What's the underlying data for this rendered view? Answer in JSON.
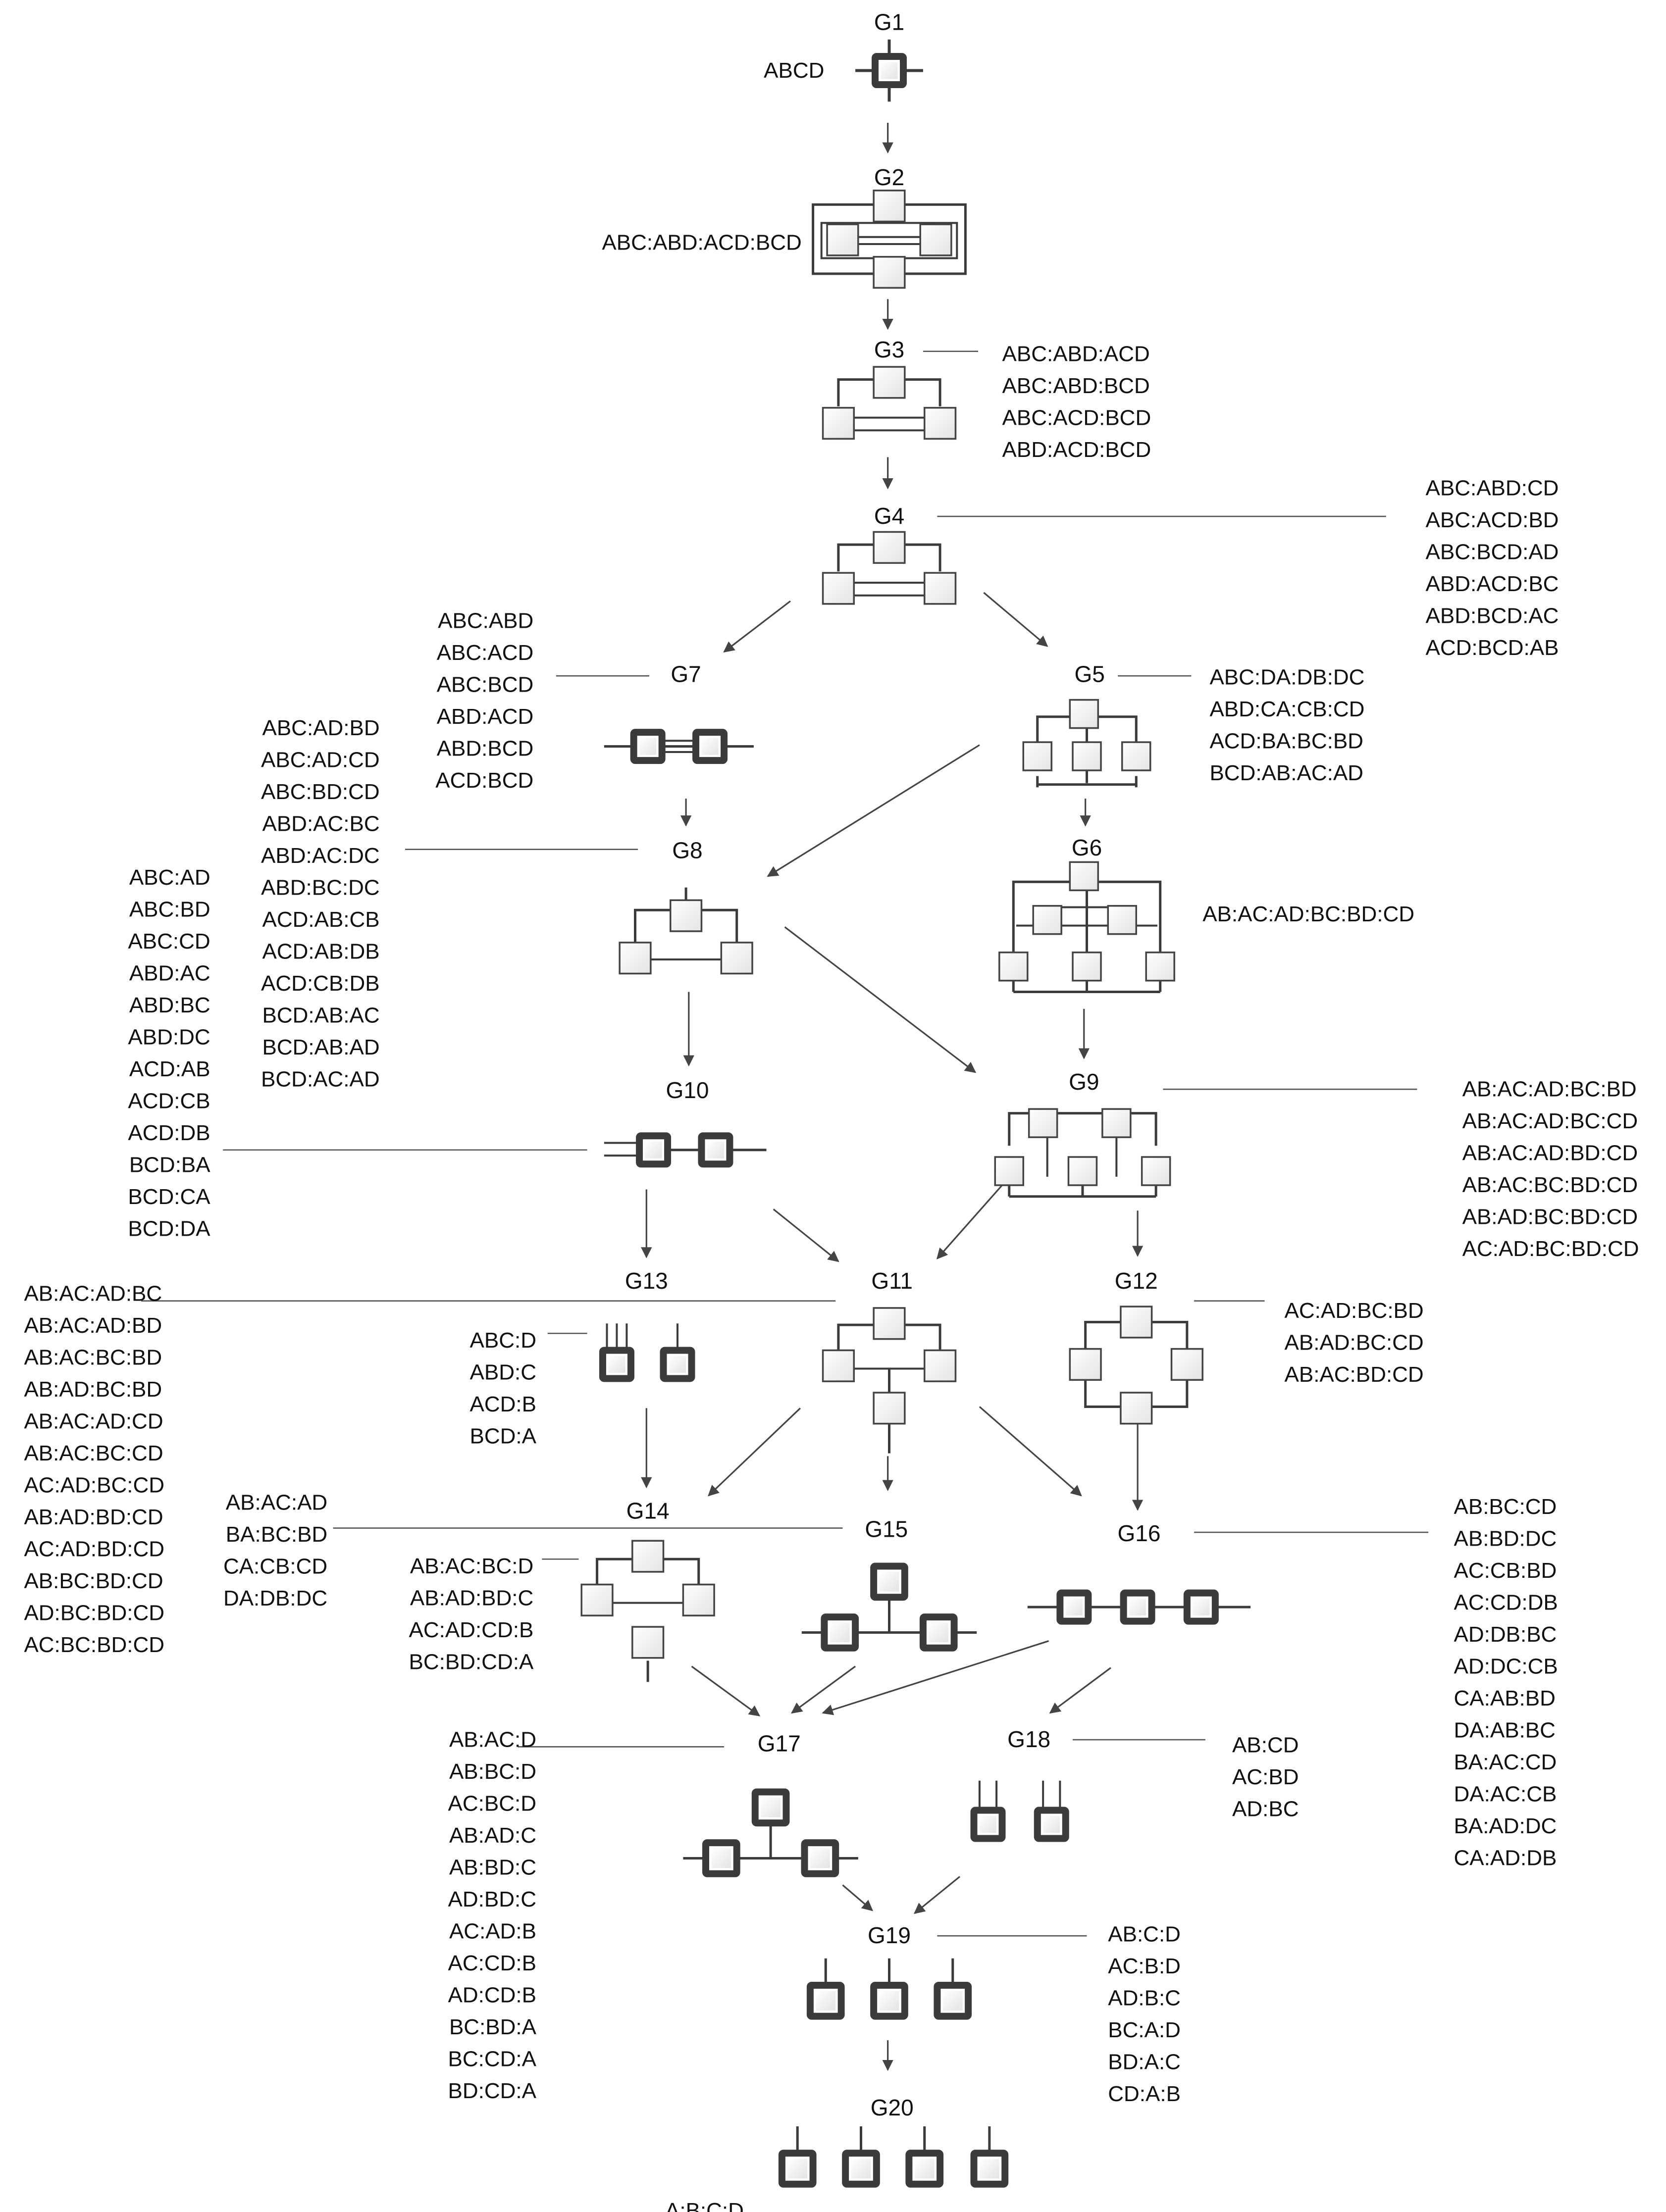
{
  "nodes": [
    {
      "id": "G1",
      "title": "G1",
      "glyph": "single"
    },
    {
      "id": "G2",
      "title": "G2",
      "glyph": "g2"
    },
    {
      "id": "G3",
      "title": "G3",
      "glyph": "g3"
    },
    {
      "id": "G4",
      "title": "G4",
      "glyph": "g3"
    },
    {
      "id": "G5",
      "title": "G5",
      "glyph": "g5"
    },
    {
      "id": "G6",
      "title": "G6",
      "glyph": "g6"
    },
    {
      "id": "G7",
      "title": "G7",
      "glyph": "pair"
    },
    {
      "id": "G8",
      "title": "G8",
      "glyph": "g8"
    },
    {
      "id": "G9",
      "title": "G9",
      "glyph": "g9"
    },
    {
      "id": "G10",
      "title": "G10",
      "glyph": "pair2"
    },
    {
      "id": "G11",
      "title": "G11",
      "glyph": "g11"
    },
    {
      "id": "G12",
      "title": "G12",
      "glyph": "ring"
    },
    {
      "id": "G13",
      "title": "G13",
      "glyph": "g13"
    },
    {
      "id": "G14",
      "title": "G14",
      "glyph": "g14"
    },
    {
      "id": "G15",
      "title": "G15",
      "glyph": "g15"
    },
    {
      "id": "G16",
      "title": "G16",
      "glyph": "chain3"
    },
    {
      "id": "G17",
      "title": "G17",
      "glyph": "g15"
    },
    {
      "id": "G18",
      "title": "G18",
      "glyph": "g18"
    },
    {
      "id": "G19",
      "title": "G19",
      "glyph": "three"
    },
    {
      "id": "G20",
      "title": "G20",
      "glyph": "four"
    }
  ],
  "edges": [
    [
      "G1",
      "G2"
    ],
    [
      "G2",
      "G3"
    ],
    [
      "G3",
      "G4"
    ],
    [
      "G4",
      "G7"
    ],
    [
      "G4",
      "G5"
    ],
    [
      "G7",
      "G8"
    ],
    [
      "G5",
      "G8"
    ],
    [
      "G5",
      "G6"
    ],
    [
      "G8",
      "G10"
    ],
    [
      "G8",
      "G9"
    ],
    [
      "G6",
      "G9"
    ],
    [
      "G10",
      "G13"
    ],
    [
      "G10",
      "G11"
    ],
    [
      "G9",
      "G11"
    ],
    [
      "G9",
      "G12"
    ],
    [
      "G13",
      "G14"
    ],
    [
      "G11",
      "G14"
    ],
    [
      "G11",
      "G15"
    ],
    [
      "G11",
      "G16"
    ],
    [
      "G12",
      "G16"
    ],
    [
      "G14",
      "G17"
    ],
    [
      "G15",
      "G17"
    ],
    [
      "G16",
      "G17"
    ],
    [
      "G16",
      "G18"
    ],
    [
      "G17",
      "G19"
    ],
    [
      "G18",
      "G19"
    ],
    [
      "G19",
      "G20"
    ]
  ],
  "label_groups": [
    {
      "node": "G1",
      "lines": [
        "ABCD"
      ]
    },
    {
      "node": "G2",
      "lines": [
        "ABC:ABD:ACD:BCD"
      ]
    },
    {
      "node": "G3",
      "lines": [
        "ABC:ABD:ACD",
        "ABC:ABD:BCD",
        "ABC:ACD:BCD",
        "ABD:ACD:BCD"
      ]
    },
    {
      "node": "G4",
      "lines": [
        "ABC:ABD:CD",
        "ABC:ACD:BD",
        "ABC:BCD:AD",
        "ABD:ACD:BC",
        "ABD:BCD:AC",
        "ACD:BCD:AB"
      ]
    },
    {
      "node": "G7",
      "lines": [
        "ABC:ABD",
        "ABC:ACD",
        "ABC:BCD",
        "ABD:ACD",
        "ABD:BCD",
        "ACD:BCD"
      ]
    },
    {
      "node": "G5",
      "lines": [
        "ABC:DA:DB:DC",
        "ABD:CA:CB:CD",
        "ACD:BA:BC:BD",
        "BCD:AB:AC:AD"
      ]
    },
    {
      "node": "G8",
      "lines": [
        "ABC:AD:BD",
        "ABC:AD:CD",
        "ABC:BD:CD",
        "ABD:AC:BC",
        "ABD:AC:DC",
        "ABD:BC:DC",
        "ACD:AB:CB",
        "ACD:AB:DB",
        "ACD:CB:DB",
        "BCD:AB:AC",
        "BCD:AB:AD",
        "BCD:AC:AD"
      ]
    },
    {
      "node": "G6",
      "lines": [
        "AB:AC:AD:BC:BD:CD"
      ]
    },
    {
      "node": "G10",
      "lines": [
        "ABC:AD",
        "ABC:BD",
        "ABC:CD",
        "ABD:AC",
        "ABD:BC",
        "ABD:DC",
        "ACD:AB",
        "ACD:CB",
        "ACD:DB",
        "BCD:BA",
        "BCD:CA",
        "BCD:DA"
      ]
    },
    {
      "node": "G9",
      "lines": [
        "AB:AC:AD:BC:BD",
        "AB:AC:AD:BC:CD",
        "AB:AC:AD:BD:CD",
        "AB:AC:BC:BD:CD",
        "AB:AD:BC:BD:CD",
        "AC:AD:BC:BD:CD"
      ]
    },
    {
      "node": "G11",
      "lines": [
        "AB:AC:AD:BC",
        "AB:AC:AD:BD",
        "AB:AC:BC:BD",
        "AB:AD:BC:BD",
        "AB:AC:AD:CD",
        "AB:AC:BC:CD",
        "AC:AD:BC:CD",
        "AB:AD:BD:CD",
        "AC:AD:BD:CD",
        "AB:BC:BD:CD",
        "AD:BC:BD:CD",
        "AC:BC:BD:CD"
      ]
    },
    {
      "node": "G12",
      "lines": [
        "AC:AD:BC:BD",
        "AB:AD:BC:CD",
        "AB:AC:BD:CD"
      ]
    },
    {
      "node": "G13",
      "lines": [
        "ABC:D",
        "ABD:C",
        "ACD:B",
        "BCD:A"
      ]
    },
    {
      "node": "G15",
      "lines": [
        "AB:AC:AD",
        "BA:BC:BD",
        "CA:CB:CD",
        "DA:DB:DC"
      ]
    },
    {
      "node": "G14",
      "lines": [
        "AB:AC:BC:D",
        "AB:AD:BD:C",
        "AC:AD:CD:B",
        "BC:BD:CD:A"
      ]
    },
    {
      "node": "G16",
      "lines": [
        "AB:BC:CD",
        "AB:BD:DC",
        "AC:CB:BD",
        "AC:CD:DB",
        "AD:DB:BC",
        "AD:DC:CB",
        "CA:AB:BD",
        "DA:AB:BC",
        "BA:AC:CD",
        "DA:AC:CB",
        "BA:AD:DC",
        "CA:AD:DB"
      ]
    },
    {
      "node": "G17",
      "lines": [
        "AB:AC:D",
        "AB:BC:D",
        "AC:BC:D",
        "AB:AD:C",
        "AB:BD:C",
        "AD:BD:C",
        "AC:AD:B",
        "AC:CD:B",
        "AD:CD:B",
        "BC:BD:A",
        "BC:CD:A",
        "BD:CD:A"
      ]
    },
    {
      "node": "G18",
      "lines": [
        "AB:CD",
        "AC:BD",
        "AD:BC"
      ]
    },
    {
      "node": "G19",
      "lines": [
        "AB:C:D",
        "AC:B:D",
        "AD:B:C",
        "BC:A:D",
        "BD:A:C",
        "CD:A:B"
      ]
    },
    {
      "node": "G20",
      "lines": [
        "A:B:C:D"
      ]
    }
  ]
}
